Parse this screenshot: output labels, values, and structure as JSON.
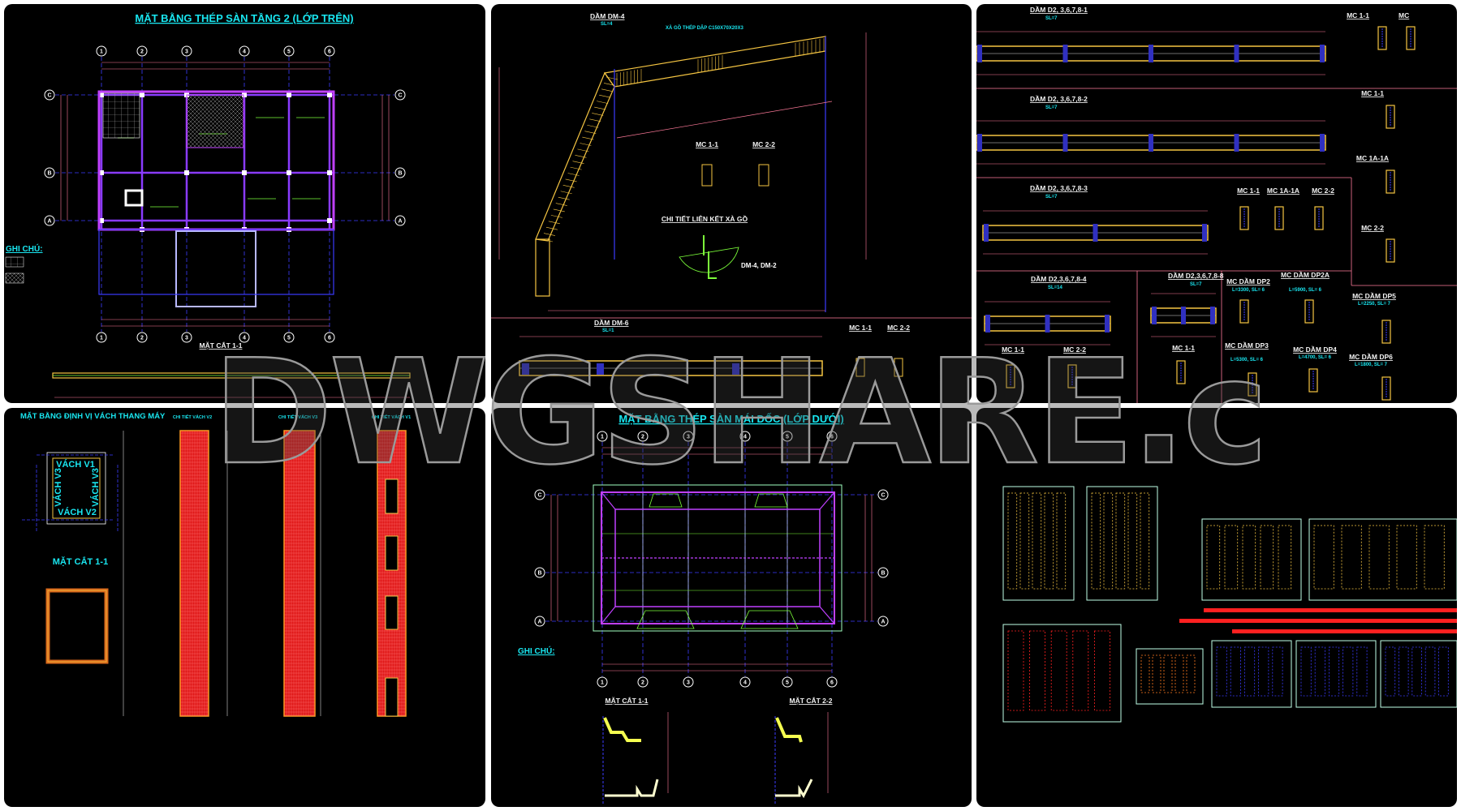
{
  "panels": {
    "floor_plan": {
      "title": "MẶT BẰNG THÉP SÀN TẦNG 2 (LỚP TRÊN)",
      "grid_cols": [
        "1",
        "2",
        "3",
        "4",
        "5",
        "6"
      ],
      "grid_rows": [
        "C",
        "B",
        "A"
      ],
      "notes_title": "GHI CHÚ:",
      "section_title": "MẶT CẮT 1-1"
    },
    "beam_dm4": {
      "title": "DẦM DM-4",
      "qty": "SL=4",
      "purlin_label": "XÀ GỒ THÉP DẬP C150X70X20X3",
      "section_1": "MC 1-1",
      "section_2": "MC 2-2",
      "detail_title": "CHI TIẾT LIÊN KẾT XÀ GỒ",
      "detail_ref": "DM-4, DM-2",
      "beam2_title": "DẦM DM-6",
      "beam2_qty": "SL=1",
      "beam2_section_1": "MC 1-1",
      "beam2_section_2": "MC 2-2"
    },
    "beams_d2": {
      "beams": [
        {
          "title": "DẦM D2, 3,6,7,8-1",
          "qty": "SL=7"
        },
        {
          "title": "DẦM D2, 3,6,7,8-2",
          "qty": "SL=7"
        },
        {
          "title": "DẦM D2, 3,6,7,8-3",
          "qty": "SL=7"
        },
        {
          "title": "DẦM D2,3,6,7,8-4",
          "qty": "SL=14"
        },
        {
          "title": "DẦM D2,3,6,7,8-8",
          "qty": "SL=7"
        }
      ],
      "sections": [
        "MC 1-1",
        "MC",
        "MC 1-1",
        "MC 1A-1A",
        "MC 2-2",
        "MC 1-1",
        "MC 1A-1A",
        "MC 2-2",
        "MC 1-1",
        "MC 2-2",
        "MC 1-1"
      ],
      "dp_sections": [
        {
          "title": "MC DẦM DP2",
          "spec": "L=3300, SL= 6"
        },
        {
          "title": "MC DẦM DP2A",
          "spec": "L=5900, SL= 6"
        },
        {
          "title": "MC DẦM DP3",
          "spec": "L=5300, SL= 6"
        },
        {
          "title": "MC DẦM DP4",
          "spec": "L=4700, SL= 6"
        },
        {
          "title": "MC DẦM DP5",
          "spec": "L=2250, SL= 7"
        },
        {
          "title": "MC DẦM DP6",
          "spec": "L=1800, SL= 7"
        }
      ]
    },
    "elevator_walls": {
      "title": "MẶT BẰNG ĐỊNH VỊ VÁCH THANG MÁY",
      "wall_v1": "VÁCH V1",
      "wall_v2": "VÁCH V2",
      "wall_v3": "VÁCH V3",
      "section_title": "MẶT CẮT 1-1",
      "detail_v2": "CHI TIẾT VÁCH V2",
      "detail_v3": "CHI TIẾT VÁCH V3",
      "detail_v1": "CHI TIẾT VÁCH V1"
    },
    "roof_plan": {
      "title": "MẶT BẰNG THÉP SÀN MÁI DỐC (LỚP DƯỚI)",
      "grid_cols": [
        "1",
        "2",
        "3",
        "4",
        "5",
        "6"
      ],
      "grid_rows": [
        "C",
        "B",
        "A"
      ],
      "notes_title": "GHI CHÚ:",
      "section_1": "MẶT CẮT 1-1",
      "section_2": "MẶT CẮT 2-2"
    },
    "sheet_overview": {}
  },
  "watermark": "DWGSHARE.com",
  "colors": {
    "background": "#000000",
    "title": "#19e6f0",
    "beam": "#f5c542",
    "grid_axis": "#3b3bff",
    "slab_outline": "#c040ff",
    "wall_rebar": "#ff2a2a",
    "dimension": "#ff7a9a",
    "green": "#7cff3a"
  }
}
